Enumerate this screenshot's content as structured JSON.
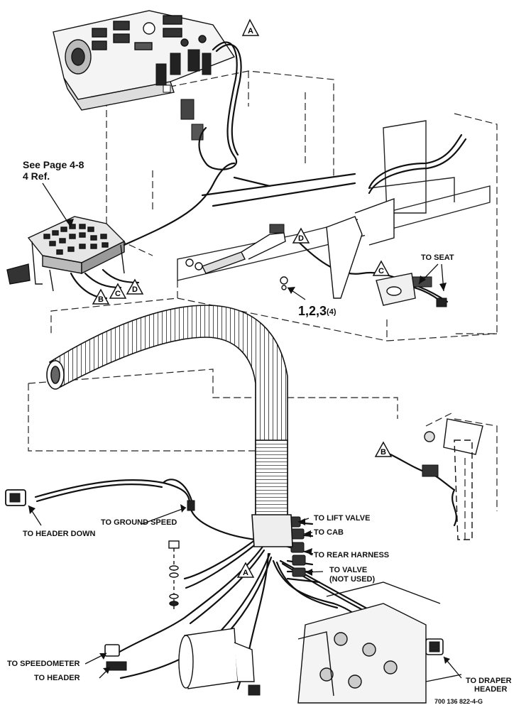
{
  "page_ref": {
    "line1": "See Page 4-8",
    "line2": "4 Ref."
  },
  "item_callout": {
    "numbers": "1,2,3",
    "qty": "(4)"
  },
  "connector_markers": {
    "a": "A",
    "b": "B",
    "c": "C",
    "d": "D"
  },
  "labels": {
    "to_seat": "TO SEAT",
    "to_ground_speed": "TO GROUND SPEED",
    "to_header_down": "TO HEADER DOWN",
    "to_lift_valve": "TO LIFT VALVE",
    "to_cab": "TO CAB",
    "to_rear_harness": "TO REAR HARNESS",
    "to_valve": "TO VALVE",
    "not_used": "(NOT USED)",
    "to_speedometer": "TO SPEEDOMETER",
    "to_header": "TO HEADER",
    "to_draper_line1": "TO DRAPER",
    "to_draper_line2": "HEADER"
  },
  "figure_id": "700 136 822-4-G"
}
